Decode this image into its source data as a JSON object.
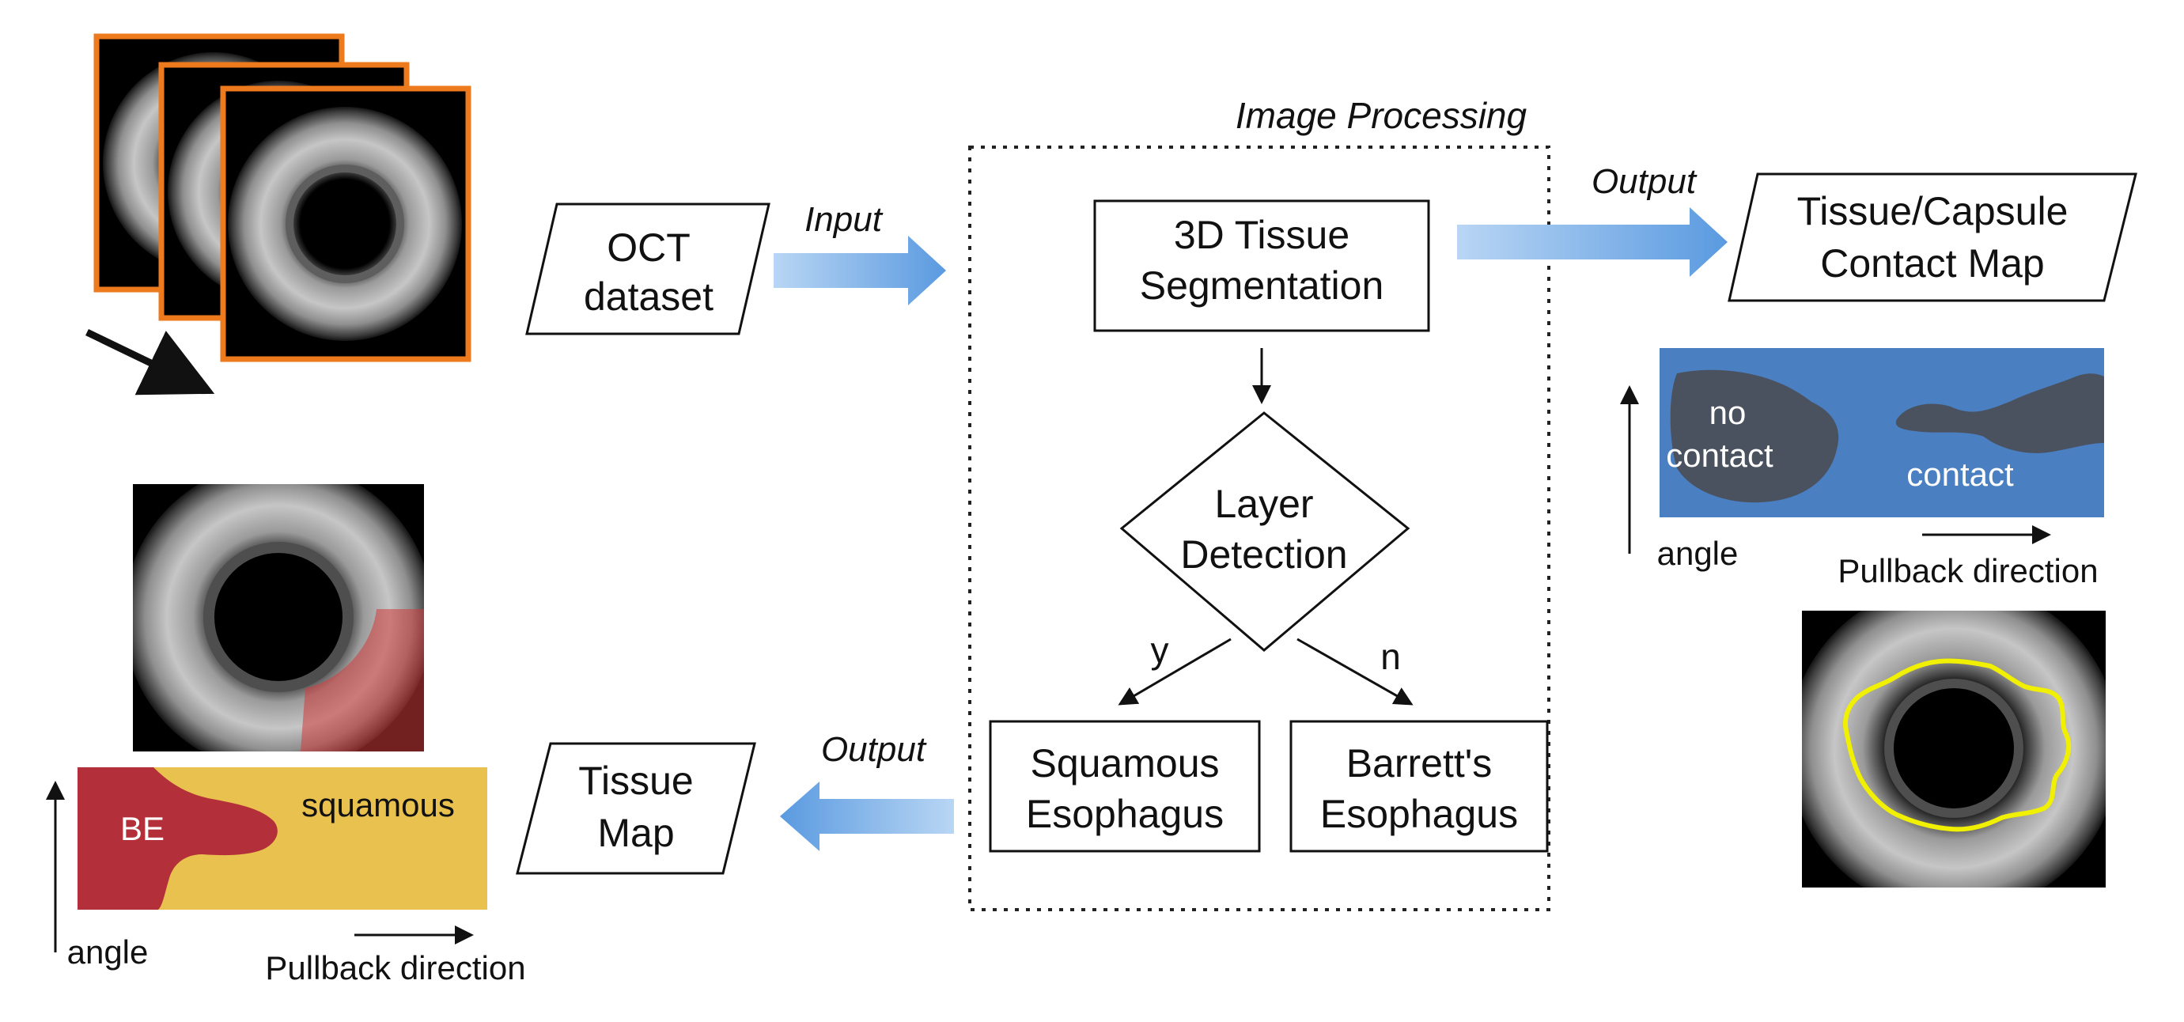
{
  "oct_stack": {
    "images": [
      "oct-frame",
      "oct-frame",
      "oct-frame"
    ]
  },
  "input": {
    "label_line1": "OCT",
    "label_line2": "dataset",
    "arrow_label": "Input"
  },
  "processing": {
    "title": "Image Processing",
    "segmentation_line1": "3D Tissue",
    "segmentation_line2": "Segmentation",
    "decision_line1": "Layer",
    "decision_line2": "Detection",
    "yes_label": "y",
    "no_label": "n",
    "squamous_line1": "Squamous",
    "squamous_line2": "Esophagus",
    "barretts_line1": "Barrett's",
    "barretts_line2": "Esophagus"
  },
  "output_top": {
    "arrow_label": "Output",
    "box_line1": "Tissue/Capsule",
    "box_line2": "Contact Map"
  },
  "contact_map": {
    "no_contact_line1": "no",
    "no_contact_line2": "contact",
    "contact_label": "contact",
    "y_axis_label": "angle",
    "x_axis_label": "Pullback direction"
  },
  "output_bottom": {
    "arrow_label": "Output",
    "box_line1": "Tissue",
    "box_line2": "Map"
  },
  "tissue_map": {
    "be_label": "BE",
    "squamous_label": "squamous",
    "y_axis_label": "angle",
    "x_axis_label": "Pullback direction"
  },
  "colors": {
    "frame_border": "#ee7a1e",
    "arrow_blue": "#6aa8e6",
    "contact_blue": "#4a7fc1",
    "no_contact_gray": "#4a5260",
    "be_red": "#b3303a",
    "squamous_yellow": "#e8c14e",
    "segmentation_yellow": "#f0f000",
    "be_overlay_red": "#d23a3a"
  }
}
